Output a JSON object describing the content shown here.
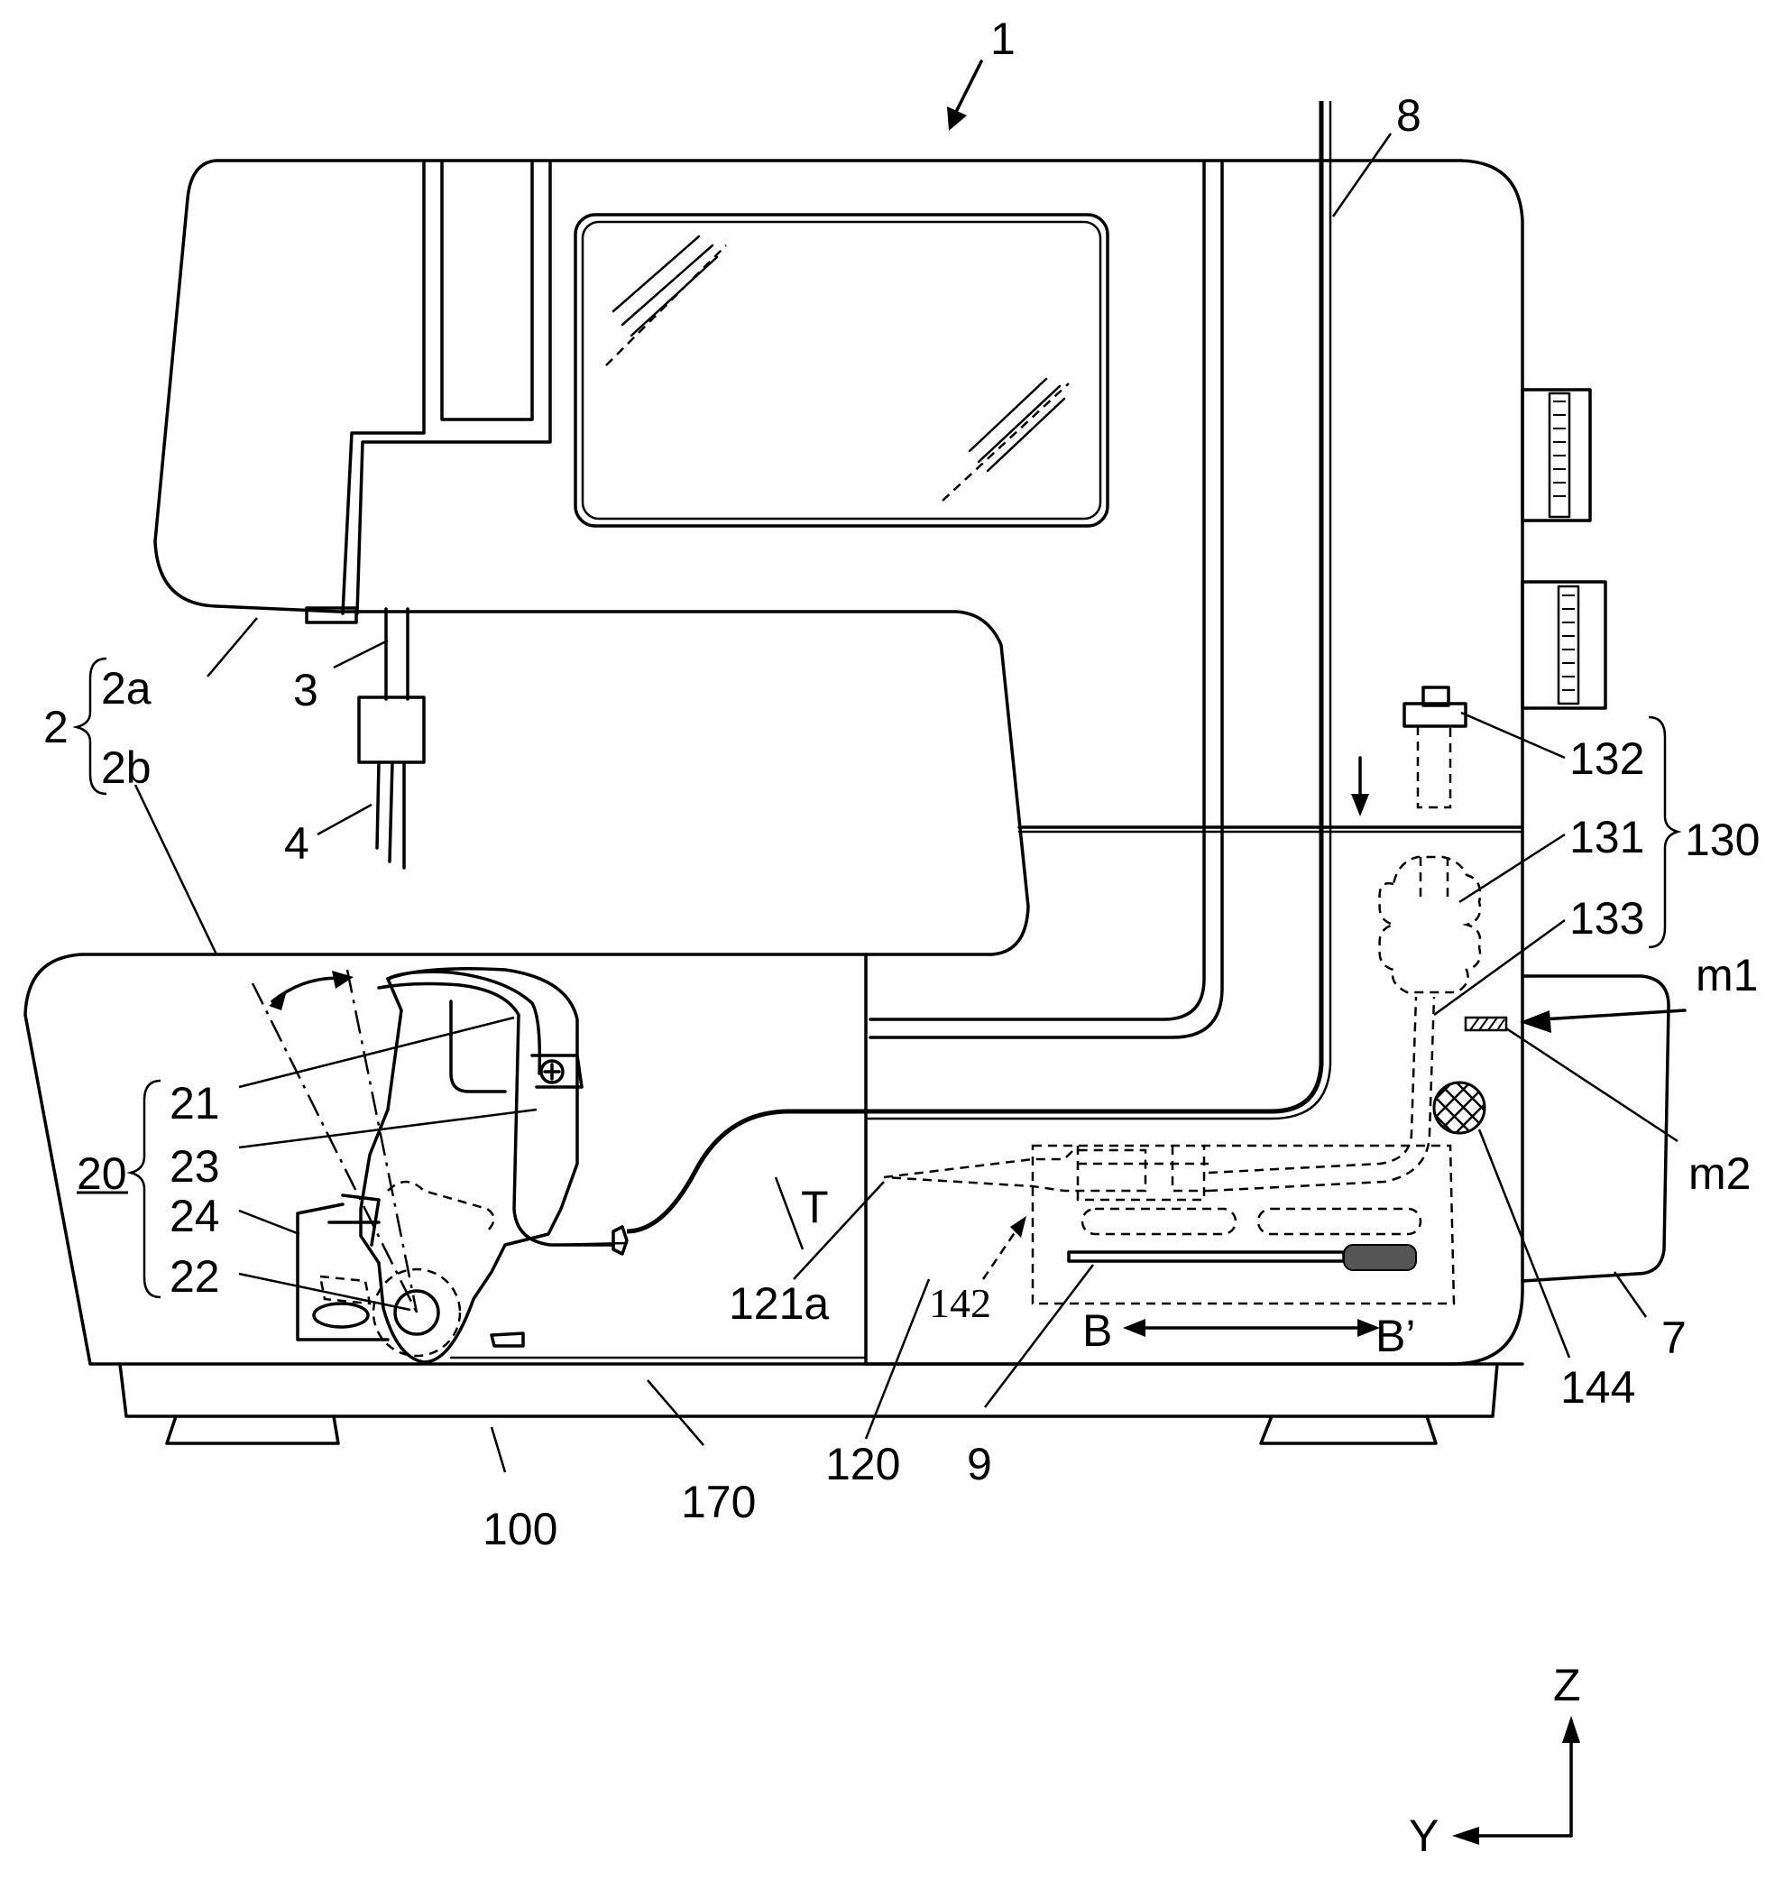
{
  "figure": {
    "labels": {
      "machine": "1",
      "thread": "8",
      "body": "2",
      "head": "2a",
      "arm": "2b",
      "needle_bar": "3",
      "needle": "4",
      "mechanism_group": "20",
      "mech_21": "21",
      "mech_23": "23",
      "mech_24": "24",
      "mech_22": "22",
      "thread_t": "T",
      "part_121a": "121a",
      "part_142": "142",
      "part_120": "120",
      "part_9": "9",
      "part_100": "100",
      "part_170": "170",
      "dir_b": "B",
      "dir_b_prime": "B’",
      "part_132": "132",
      "part_131": "131",
      "part_133": "133",
      "group_130": "130",
      "m1": "m1",
      "m2": "m2",
      "part_144": "144",
      "part_7": "7",
      "axis_z": "Z",
      "axis_y": "Y"
    }
  }
}
